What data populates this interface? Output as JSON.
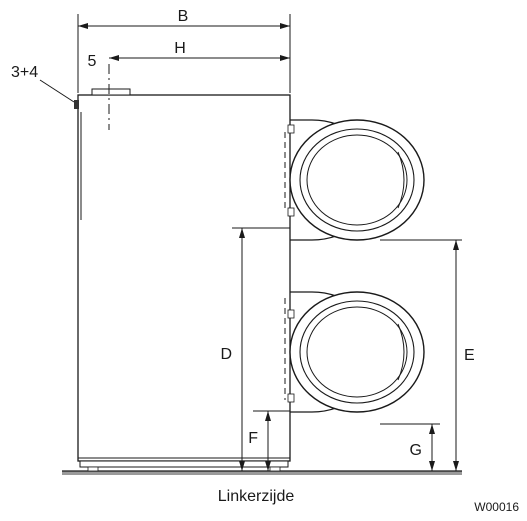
{
  "labels": {
    "B": "B",
    "H": "H",
    "part_3_4": "3+4",
    "part_5": "5",
    "D": "D",
    "E": "E",
    "F": "F",
    "G": "G"
  },
  "caption": "Linkerzijde",
  "drawing_code": "W00016",
  "colors": {
    "line": "#1a1a1a",
    "body_fill": "#ffffff",
    "floor_fill": "#9a9a9a",
    "dark_part": "#333333"
  }
}
